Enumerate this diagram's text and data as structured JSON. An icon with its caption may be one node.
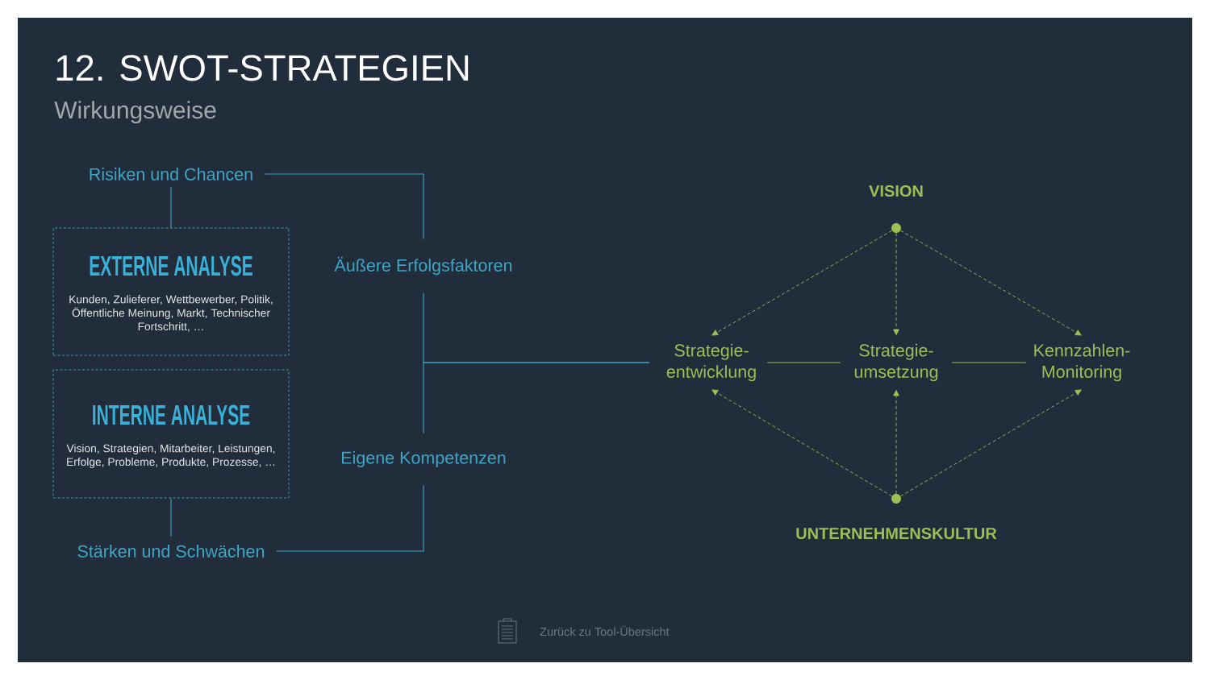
{
  "diagram": {
    "title": "12. SWOT-STRATEGIEN",
    "nodes": [
      {
        "text": [
          "Risiken und Chancen"
        ]
      },
      {
        "text": [
          "EXTERNE ANALYSE",
          "Kunden, Zulieferer, Wettbewerber, Politik, Öffentliche Meinung, Markt, Technischer Fortschritt, …"
        ]
      },
      {
        "text": [
          "INTERNE ANALYSE",
          "Vision, Strategien, Mitarbeiter, Leistungen, Erfolge, Probleme, Produkte, Prozesse, …"
        ]
      },
      {
        "text": [
          "Stärken und Schwächen"
        ]
      },
      {
        "text": [
          "Äußere Erfolgsfaktoren"
        ]
      },
      {
        "text": [
          "Eigene Kompetenzen"
        ]
      },
      {
        "text": [
          "VISION"
        ]
      },
      {
        "text": [
          "Strategie- entwicklung"
        ]
      },
      {
        "text": [
          "Strategie- umsetzung"
        ]
      },
      {
        "text": [
          "Kennzahlen- Monitoring"
        ]
      },
      {
        "text": [
          "UNTERNEHMENSKULTUR"
        ]
      }
    ],
    "edges": [
      {
        "from": 0,
        "to": 1,
        "arrow": "none",
        "color": "#3fa6c6"
      },
      {
        "from": 2,
        "to": 3,
        "arrow": "none",
        "color": "#3fa6c6"
      },
      {
        "from": 0,
        "to": 4,
        "arrow": "none",
        "color": "#3fa6c6"
      },
      {
        "from": 3,
        "to": 5,
        "arrow": "none",
        "color": "#3fa6c6"
      },
      {
        "from": 4,
        "to": 7,
        "arrow": "none",
        "color": "#3fa6c6"
      },
      {
        "from": 5,
        "to": 7,
        "arrow": "none",
        "color": "#3fa6c6"
      },
      {
        "from": 7,
        "to": 8,
        "arrow": "none"
      },
      {
        "from": 8,
        "to": 9,
        "arrow": "none"
      },
      {
        "from": 6,
        "to": 7,
        "arrow": "to",
        "style": "dashed"
      },
      {
        "from": 6,
        "to": 8,
        "arrow": "to",
        "style": "dashed"
      },
      {
        "from": 6,
        "to": 9,
        "arrow": "to",
        "style": "dashed"
      },
      {
        "from": 10,
        "to": 7,
        "arrow": "to",
        "style": "dashed"
      },
      {
        "from": 10,
        "to": 8,
        "arrow": "to",
        "style": "dashed"
      },
      {
        "from": 10,
        "to": 9,
        "arrow": "to",
        "style": "dashed"
      }
    ],
    "labels": [
      "Wirkungsweise",
      "Zurück zu Tool-Übersicht"
    ]
  }
}
